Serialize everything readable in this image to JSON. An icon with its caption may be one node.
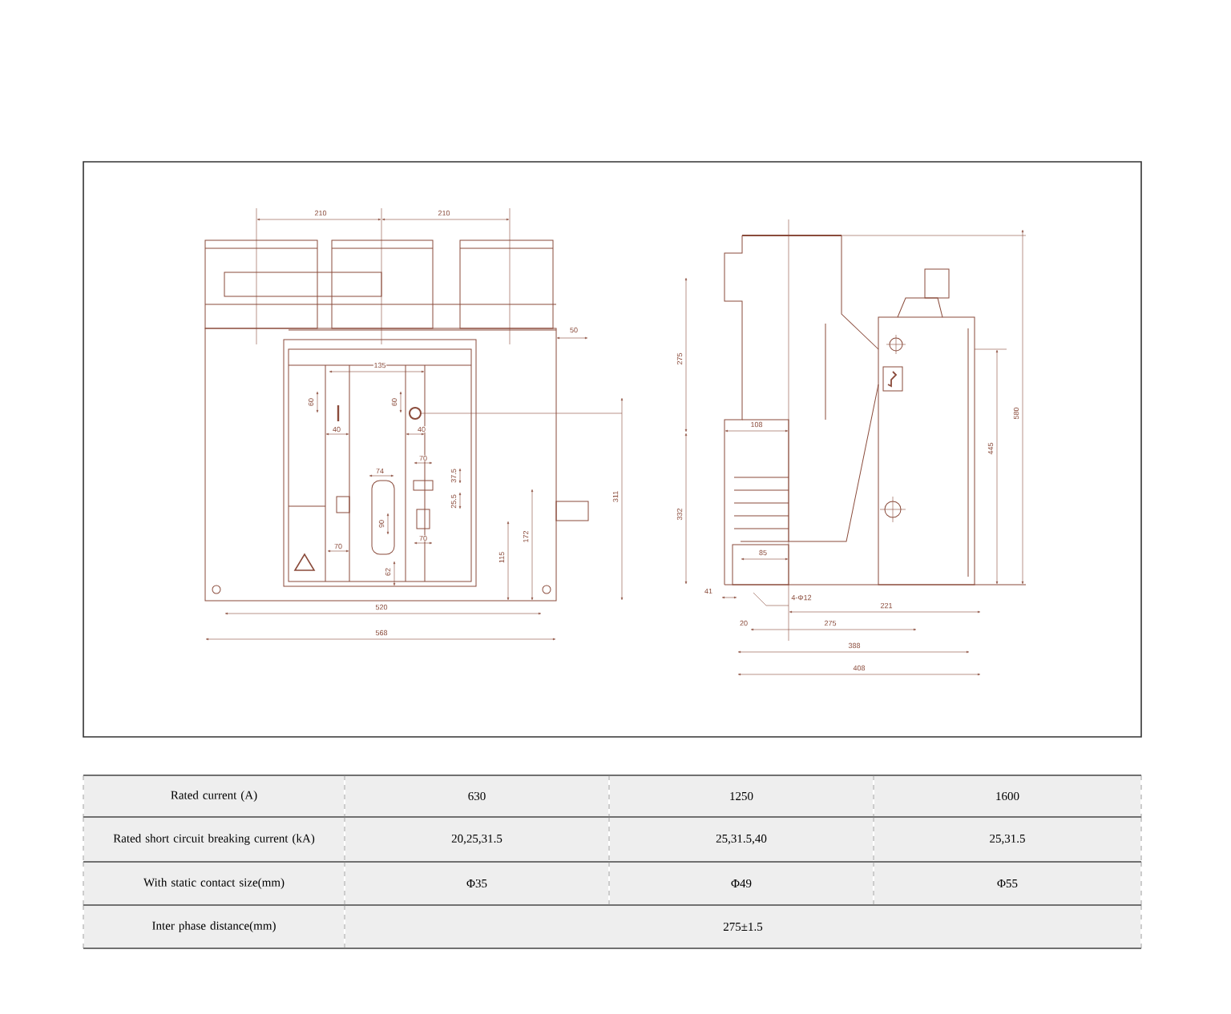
{
  "diagram": {
    "labels": [
      "210",
      "210",
      "50",
      "135",
      "60",
      "40",
      "60",
      "40",
      "74",
      "70",
      "37.5",
      "25.5",
      "90",
      "70",
      "70",
      "62",
      "115",
      "172",
      "311",
      "520",
      "568",
      "275",
      "108",
      "332",
      "445",
      "580",
      "85",
      "41",
      "4-Φ12",
      "221",
      "20",
      "275",
      "388",
      "408",
      "Rated current (A)",
      "630",
      "1250",
      "1600",
      "Rated short circuit breaking current (kA)",
      "20,25,31.5",
      "25,31.5,40",
      "25,31.5",
      "With static contact size(mm)",
      "Φ35",
      "Φ49",
      "Φ55",
      "Inter phase distance(mm)",
      "275±1.5"
    ]
  }
}
